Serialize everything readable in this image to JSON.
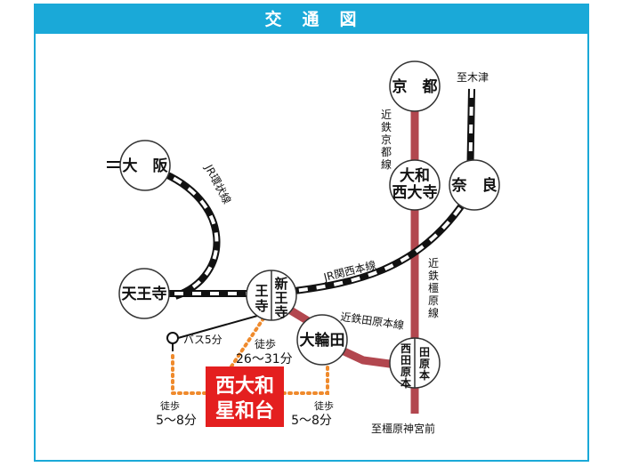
{
  "title": "交　通　図",
  "stations": {
    "kyoto": "京　都",
    "yamato_saidaiji_1": "大和",
    "yamato_saidaiji_2": "西大寺",
    "nara": "奈　良",
    "osaka": "大　阪",
    "tennoji": "天王寺",
    "shin_1": "新",
    "shin_2": "王",
    "shin_3": "寺",
    "ou_1": "王",
    "ou_2": "寺",
    "owada": "大輪田",
    "nishitawara_1": "西",
    "nishitawara_2": "田",
    "nishitawara_3": "原",
    "nishitawara_4": "本",
    "tawaramoto_1": "田",
    "tawaramoto_2": "原",
    "tawaramoto_3": "本"
  },
  "lines": {
    "kintetsu_kyoto": [
      "近",
      "鉄",
      "京",
      "都",
      "線"
    ],
    "kintetsu_kashihara": [
      "近",
      "鉄",
      "橿",
      "原",
      "線"
    ],
    "jr_loop": "JR環状線",
    "jr_kansai": "JR関西本線",
    "kintetsu_tawaramoto": "近鉄田原本線"
  },
  "directions": {
    "kizu": "至木津",
    "kashihara_jingu": "至橿原神宮前"
  },
  "destination": {
    "line1": "西大和",
    "line2": "星和台"
  },
  "access": {
    "bus": "バス5分",
    "walk_center_1": "徒歩",
    "walk_center_2": "26〜31分",
    "walk_left_1": "徒歩",
    "walk_left_2": "5〜8分",
    "walk_right_1": "徒歩",
    "walk_right_2": "5〜8分"
  },
  "colors": {
    "accent_blue": "#1aa9d8",
    "kintetsu_line": "#b2474f",
    "destination_red": "#e41f1f",
    "walk_orange": "#ef8a2c"
  }
}
